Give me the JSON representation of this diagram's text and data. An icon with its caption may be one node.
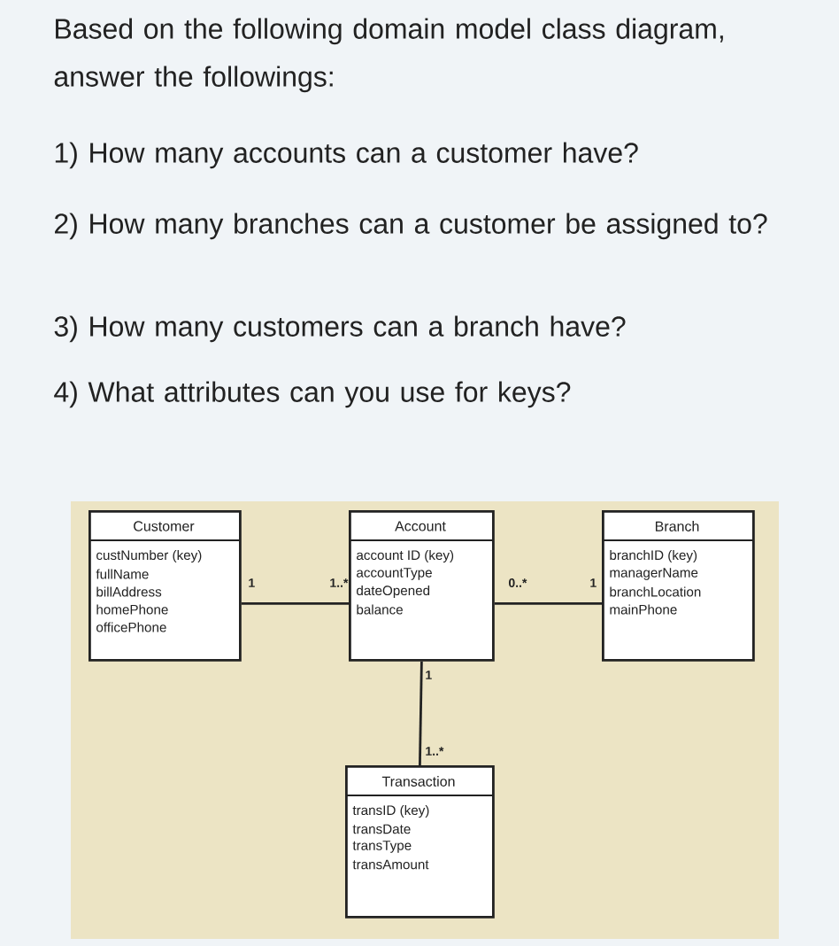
{
  "diagram": {
    "title": "Based on the following domain model class diagram, answer the followings:",
    "nodes": [
      {
        "text": [
          "Customer",
          "custNumber (key)",
          "fullName",
          "billAddress",
          "homePhone",
          "officePhone"
        ]
      },
      {
        "text": [
          "Account",
          "account ID (key)",
          "accountType",
          "dateOpened",
          "balance"
        ]
      },
      {
        "text": [
          "Branch",
          "branchID (key)",
          "managerName",
          "branchLocation",
          "mainPhone"
        ]
      },
      {
        "text": [
          "Transaction",
          "transID (key)",
          "transDate",
          "transType",
          "transAmount"
        ]
      }
    ],
    "edges": [
      {
        "from": 0,
        "to": 1,
        "arrow": "none"
      },
      {
        "from": 1,
        "to": 2,
        "arrow": "none"
      },
      {
        "from": 1,
        "to": 3,
        "arrow": "none"
      }
    ],
    "labels": [
      "1) How many accounts can a customer have?",
      "2) How many branches can a customer be assigned to?",
      "3) How many customers can a branch have?",
      "4) What attributes can you use for keys?",
      "1",
      "1..*",
      "0..*",
      "1",
      "1",
      "1..*"
    ]
  }
}
